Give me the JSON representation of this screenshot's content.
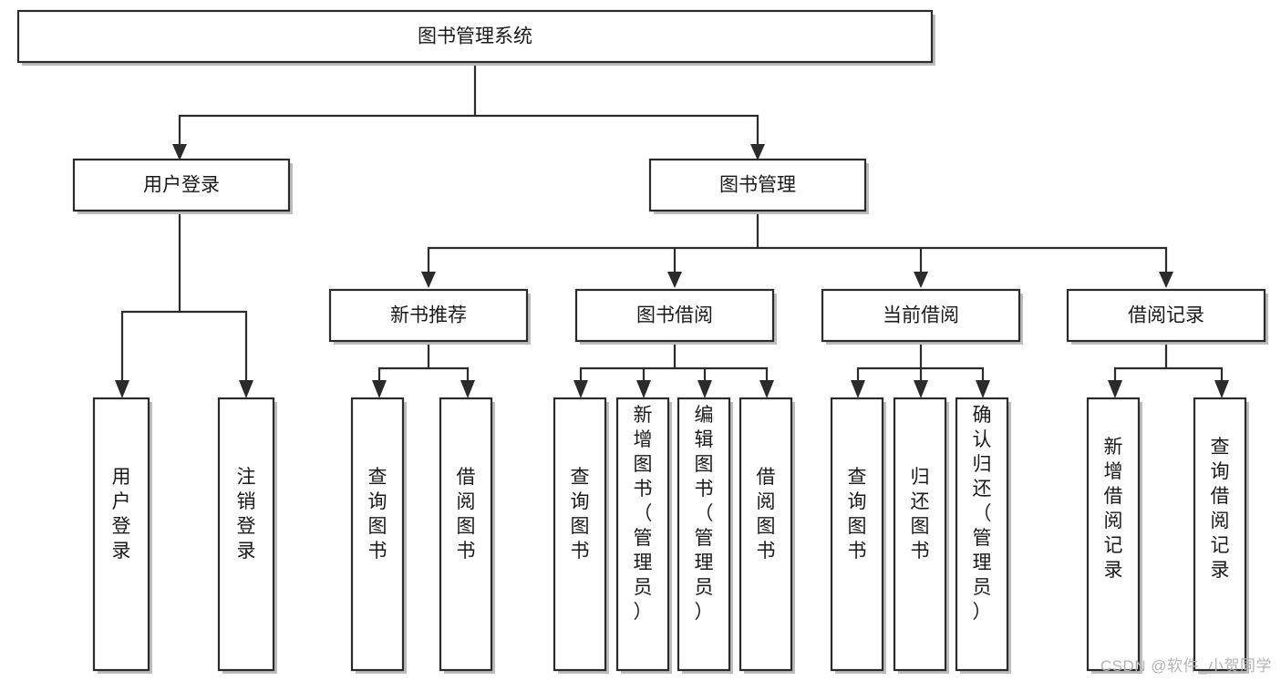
{
  "diagram": {
    "title": "图书管理系统",
    "type": "tree",
    "watermark": "CSDN @软件_小贺同学",
    "colors": {
      "stroke": "#2b2b2b",
      "shadow": "#bdbdbd",
      "fill": "#ffffff",
      "text": "#1a1a1a",
      "watermark": "#b4b4b4"
    },
    "levels": [
      {
        "level": 0,
        "nodes": [
          {
            "id": "root",
            "label": "图书管理系统",
            "orientation": "horizontal"
          }
        ]
      },
      {
        "level": 1,
        "nodes": [
          {
            "id": "login",
            "label": "用户登录",
            "orientation": "horizontal",
            "parent": "root"
          },
          {
            "id": "bookmgmt",
            "label": "图书管理",
            "orientation": "horizontal",
            "parent": "root"
          }
        ]
      },
      {
        "level": 2,
        "nodes": [
          {
            "id": "newbook",
            "label": "新书推荐",
            "orientation": "horizontal",
            "parent": "bookmgmt"
          },
          {
            "id": "borrow",
            "label": "图书借阅",
            "orientation": "horizontal",
            "parent": "bookmgmt"
          },
          {
            "id": "current",
            "label": "当前借阅",
            "orientation": "horizontal",
            "parent": "bookmgmt"
          },
          {
            "id": "records",
            "label": "借阅记录",
            "orientation": "horizontal",
            "parent": "bookmgmt"
          }
        ]
      },
      {
        "level": 3,
        "nodes": [
          {
            "id": "leaf-1",
            "label": "用户登录",
            "orientation": "vertical",
            "parent": "login"
          },
          {
            "id": "leaf-2",
            "label": "注销登录",
            "orientation": "vertical",
            "parent": "login"
          },
          {
            "id": "leaf-3",
            "label": "查询图书",
            "orientation": "vertical",
            "parent": "newbook"
          },
          {
            "id": "leaf-4",
            "label": "借阅图书",
            "orientation": "vertical",
            "parent": "newbook"
          },
          {
            "id": "leaf-5",
            "label": "查询图书",
            "orientation": "vertical",
            "parent": "borrow"
          },
          {
            "id": "leaf-6",
            "label": "新增图书（管理员）",
            "orientation": "vertical",
            "parent": "borrow"
          },
          {
            "id": "leaf-7",
            "label": "编辑图书（管理员）",
            "orientation": "vertical",
            "parent": "borrow"
          },
          {
            "id": "leaf-8",
            "label": "借阅图书",
            "orientation": "vertical",
            "parent": "borrow"
          },
          {
            "id": "leaf-9",
            "label": "查询图书",
            "orientation": "vertical",
            "parent": "current"
          },
          {
            "id": "leaf-10",
            "label": "归还图书",
            "orientation": "vertical",
            "parent": "current"
          },
          {
            "id": "leaf-11",
            "label": "确认归还（管理员）",
            "orientation": "vertical",
            "parent": "current"
          },
          {
            "id": "leaf-12",
            "label": "新增借阅记录",
            "orientation": "vertical",
            "parent": "records"
          },
          {
            "id": "leaf-13",
            "label": "查询借阅记录",
            "orientation": "vertical",
            "parent": "records"
          }
        ]
      }
    ]
  }
}
